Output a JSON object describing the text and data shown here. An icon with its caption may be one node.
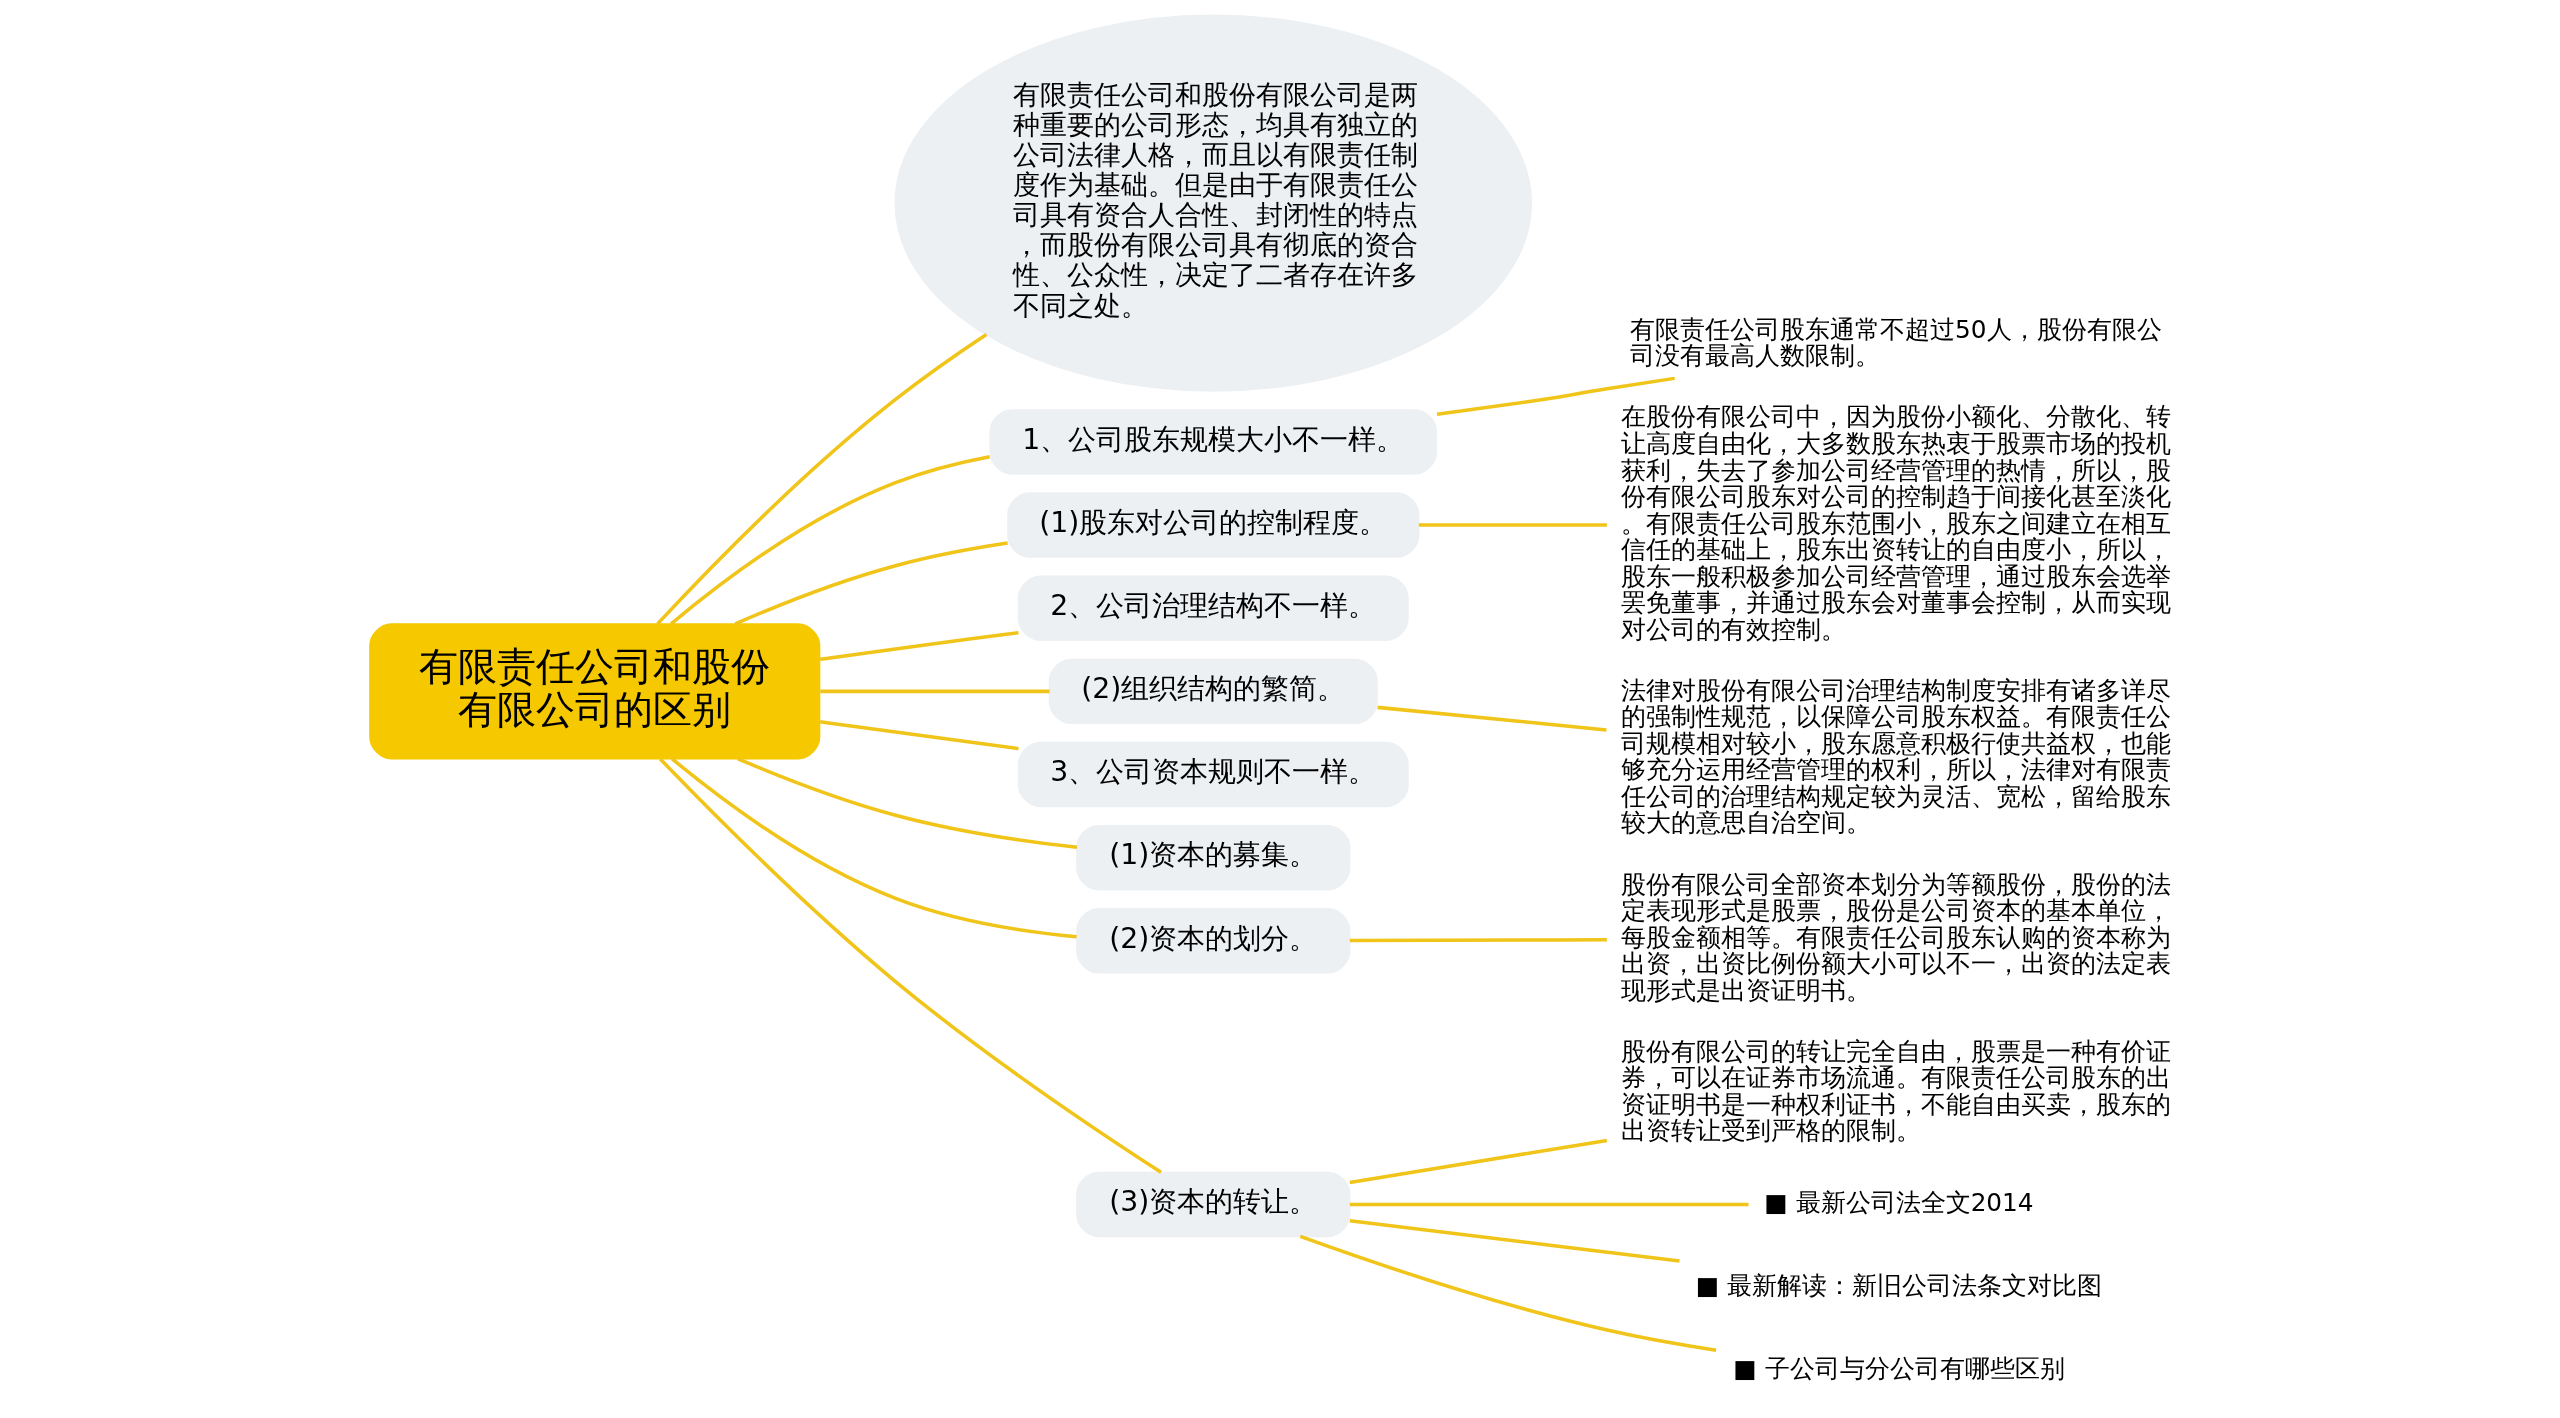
{
  "diagram": {
    "nodes": [
      {
        "text": [
          "有限责任公司和股份有限公司的区别"
        ]
      },
      {
        "text": [
          "有限责任公司和股份有限公司是两种重要的公司形态，均具有独立的公司法律人格，而且以有限责任制度作为基础。但是由于有限责任公司具有资合人合性、封闭性的特点，而股份有限公司具有彻底的资合性、公众性，决定了二者存在许多不同之处。"
        ]
      },
      {
        "text": [
          "1、公司股东规模大小不一样。"
        ]
      },
      {
        "text": [
          "有限责任公司股东通常不超过50人，股份有限公司没有最高人数限制。"
        ]
      },
      {
        "text": [
          "(1)股东对公司的控制程度。"
        ]
      },
      {
        "text": [
          "在股份有限公司中，因为股份小额化、分散化、转让高度自由化，大多数股东热衷于股票市场的投机获利，失去了参加公司经营管理的热情，所以，股份有限公司股东对公司的控制趋于间接化甚至淡化。有限责任公司股东范围小，股东之间建立在相互信任的基础上，股东出资转让的自由度小，所以，股东一般积极参加公司经营管理，通过股东会选举罢免董事，并通过股东会对董事会控制，从而实现对公司的有效控制。"
        ]
      },
      {
        "text": [
          "2、公司治理结构不一样。"
        ]
      },
      {
        "text": [
          "(2)组织结构的繁简。"
        ]
      },
      {
        "text": [
          "法律对股份有限公司治理结构制度安排有诸多详尽的强制性规范，以保障公司股东权益。有限责任公司规模相对较小，股东愿意积极行使共益权，也能够充分运用经营管理的权利，所以，法律对有限责任公司的治理结构规定较为灵活、宽松，留给股东较大的意思自治空间。"
        ]
      },
      {
        "text": [
          "3、公司资本规则不一样。"
        ]
      },
      {
        "text": [
          "(1)资本的募集。"
        ]
      },
      {
        "text": [
          "(2)资本的划分。"
        ]
      },
      {
        "text": [
          "股份有限公司全部资本划分为等额股份，股份的法定表现形式是股票，股份是公司资本的基本单位，每股金额相等。有限责任公司股东认购的资本称为出资，出资比例份额大小可以不一，出资的法定表现形式是出资证明书。"
        ]
      },
      {
        "text": [
          "(3)资本的转让。"
        ]
      },
      {
        "text": [
          "股份有限公司的转让完全自由，股票是一种有价证券，可以在证券市场流通。有限责任公司股东的出资证明书是一种权利证书，不能自由买卖，股东的出资转让受到严格的限制。"
        ]
      },
      {
        "text": [
          "■ 最新公司法全文2014"
        ]
      },
      {
        "text": [
          "■ 最新解读：新旧公司法条文对比图"
        ]
      },
      {
        "text": [
          "■ 子公司与分公司有哪些区别"
        ]
      }
    ],
    "edges": [
      {
        "from": 0,
        "to": 1,
        "arrow": "none"
      },
      {
        "from": 0,
        "to": 2,
        "arrow": "none"
      },
      {
        "from": 2,
        "to": 3,
        "arrow": "none"
      },
      {
        "from": 0,
        "to": 4,
        "arrow": "none"
      },
      {
        "from": 4,
        "to": 5,
        "arrow": "none"
      },
      {
        "from": 0,
        "to": 6,
        "arrow": "none"
      },
      {
        "from": 0,
        "to": 7,
        "arrow": "none"
      },
      {
        "from": 7,
        "to": 8,
        "arrow": "none"
      },
      {
        "from": 0,
        "to": 9,
        "arrow": "none"
      },
      {
        "from": 0,
        "to": 10,
        "arrow": "none"
      },
      {
        "from": 0,
        "to": 11,
        "arrow": "none"
      },
      {
        "from": 11,
        "to": 12,
        "arrow": "none"
      },
      {
        "from": 0,
        "to": 13,
        "arrow": "none"
      },
      {
        "from": 13,
        "to": 14,
        "arrow": "none"
      },
      {
        "from": 13,
        "to": 15,
        "arrow": "none"
      },
      {
        "from": 13,
        "to": 16,
        "arrow": "none"
      },
      {
        "from": 13,
        "to": 17,
        "arrow": "none"
      }
    ]
  }
}
